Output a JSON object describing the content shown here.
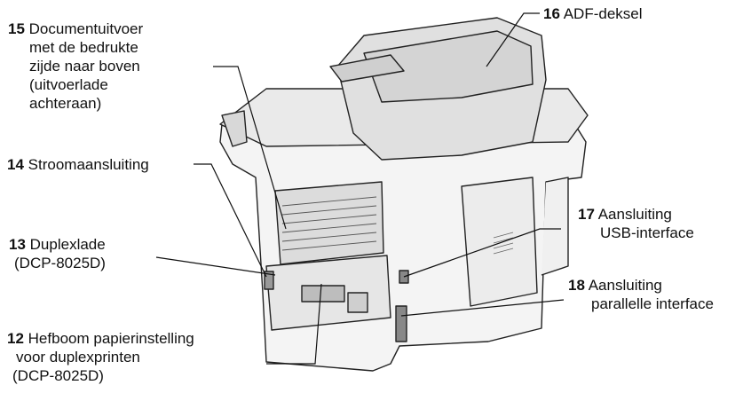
{
  "callouts": [
    {
      "num": "15",
      "lines": [
        "Documentuitvoer",
        "met de bedrukte",
        "zijde naar boven",
        "(uitvoerlade",
        "achteraan)"
      ]
    },
    {
      "num": "14",
      "lines": [
        "Stroomaansluiting"
      ]
    },
    {
      "num": "13",
      "lines": [
        "Duplexlade",
        "(DCP-8025D)"
      ]
    },
    {
      "num": "12",
      "lines": [
        "Hefboom papierinstelling",
        "voor duplexprinten",
        "(DCP-8025D)"
      ]
    },
    {
      "num": "16",
      "lines": [
        "ADF-deksel"
      ]
    },
    {
      "num": "17",
      "lines": [
        "Aansluiting",
        "USB-interface"
      ]
    },
    {
      "num": "18",
      "lines": [
        "Aansluiting",
        "parallelle interface"
      ]
    }
  ]
}
